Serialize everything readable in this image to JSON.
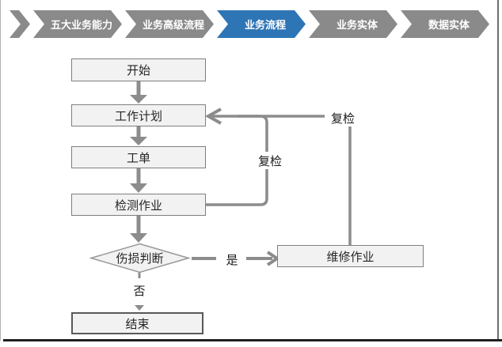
{
  "banner": {
    "items": [
      {
        "label": "五大业务能力",
        "active": false
      },
      {
        "label": "业务高级流程",
        "active": false
      },
      {
        "label": "业务流程",
        "active": true
      },
      {
        "label": "业务实体",
        "active": false
      },
      {
        "label": "数据实体",
        "active": false
      }
    ]
  },
  "flowchart": {
    "nodes": {
      "start": "开始",
      "plan": "工作计划",
      "order": "工单",
      "inspect": "检测作业",
      "judge": "伤损判断",
      "repair": "维修作业",
      "end": "结束"
    },
    "labels": {
      "yes": "是",
      "no": "否",
      "recheck_inner": "复检",
      "recheck_outer": "复检"
    }
  },
  "colors": {
    "active_step_blue": "#2e75b6",
    "step_gray": "#8a8a8a",
    "connector_gray": "#8c8c8c",
    "node_fill": "#f2f2f2",
    "node_border": "#7f7f7f"
  }
}
